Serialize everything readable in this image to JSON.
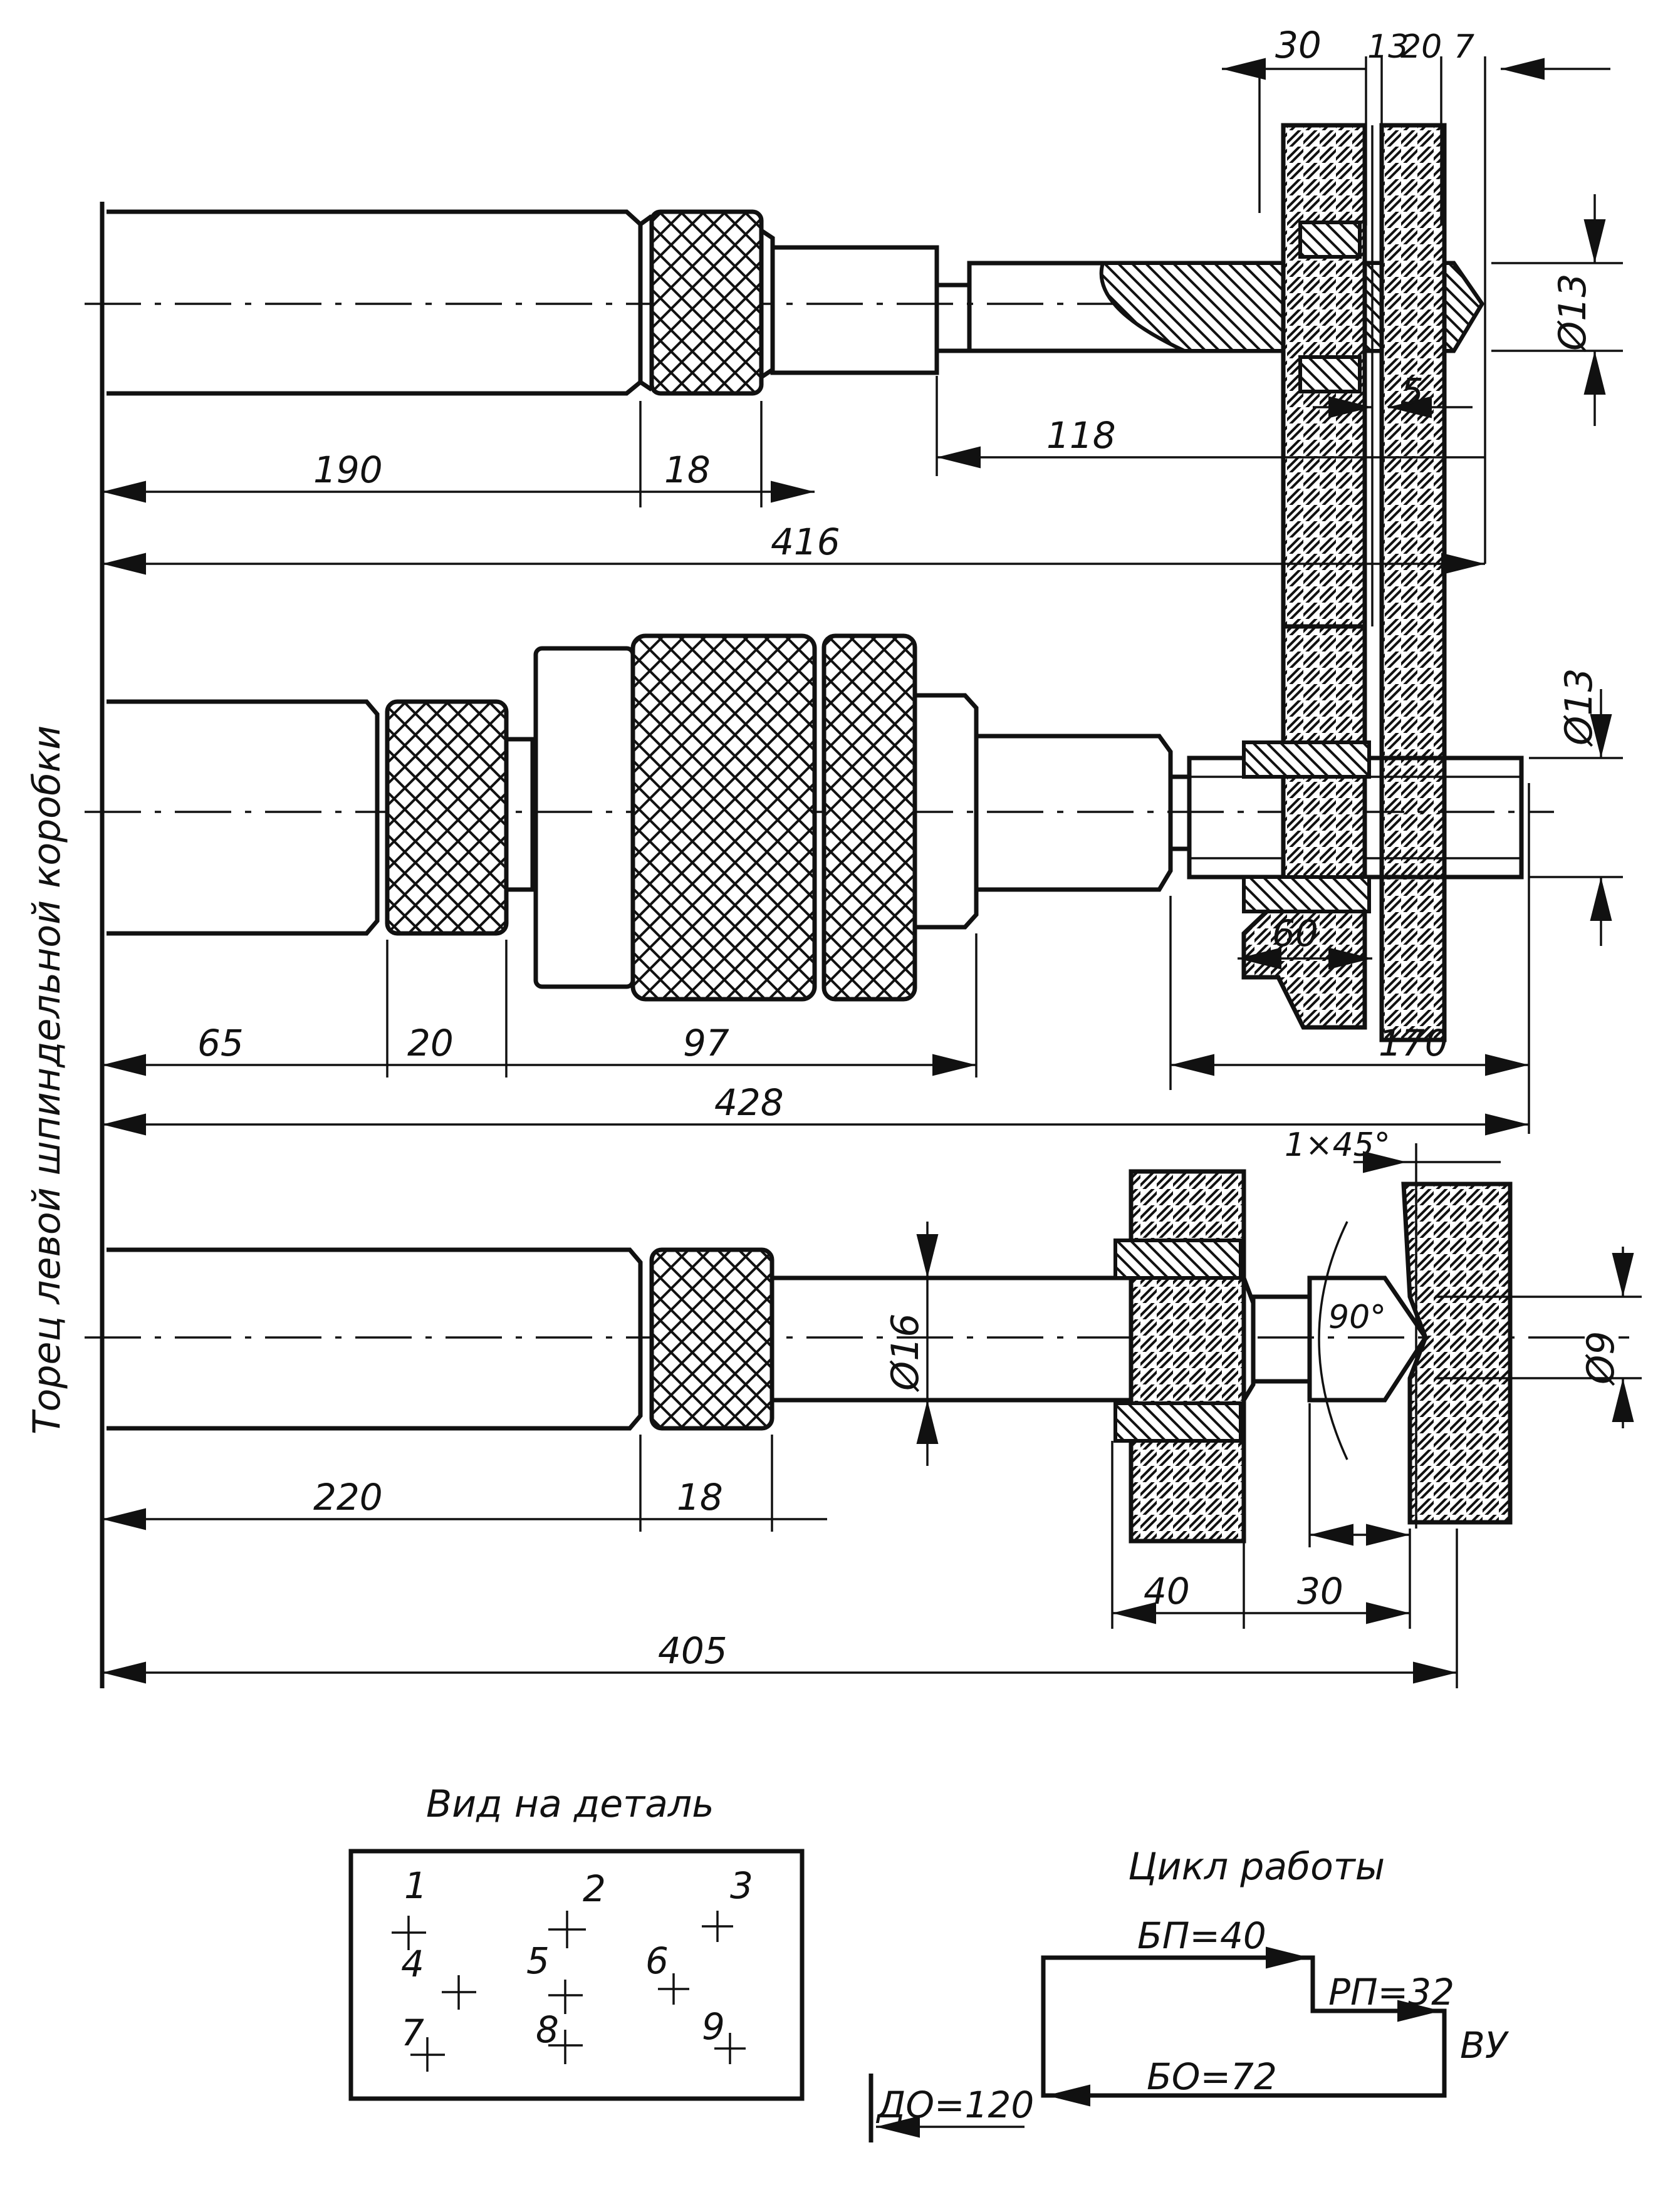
{
  "side_label": "Торец левой шпиндельной коробки",
  "upper_tool": {
    "dims": {
      "d190": "190",
      "d18": "18",
      "d118": "118",
      "d416": "416",
      "d30": "30",
      "d13": "13",
      "d20": "20",
      "d7": "7",
      "d5": "5",
      "dia13": "Ø13"
    }
  },
  "middle_tool": {
    "dims": {
      "d65": "65",
      "d20": "20",
      "d97": "97",
      "d60": "60",
      "d170": "170",
      "d428": "428",
      "dia13": "Ø13"
    }
  },
  "lower_tool": {
    "dims": {
      "d220": "220",
      "d18": "18",
      "dia16": "Ø16",
      "chamfer": "1×45°",
      "angle90": "90°",
      "dia9": "Ø9",
      "d40": "40",
      "d30": "30",
      "d405": "405"
    }
  },
  "part_view": {
    "title": "Вид на деталь",
    "holes": [
      "1",
      "2",
      "3",
      "4",
      "5",
      "6",
      "7",
      "8",
      "9"
    ]
  },
  "work_cycle": {
    "title": "Цикл работы",
    "bp": "БП=40",
    "rp": "РП=32",
    "bo": "БО=72",
    "do": "ДО=120",
    "vu": "ВУ"
  }
}
